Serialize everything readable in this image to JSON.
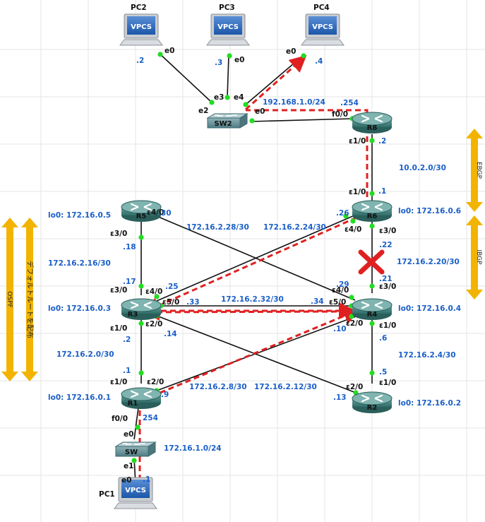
{
  "hosts": {
    "pc1": {
      "name": "PC1",
      "badge": "VPCS"
    },
    "pc2": {
      "name": "PC2",
      "badge": "VPCS"
    },
    "pc3": {
      "name": "PC3",
      "badge": "VPCS"
    },
    "pc4": {
      "name": "PC4",
      "badge": "VPCS"
    }
  },
  "routers": {
    "r1": {
      "name": "R1"
    },
    "r2": {
      "name": "R2"
    },
    "r3": {
      "name": "R3"
    },
    "r4": {
      "name": "R4"
    },
    "r5": {
      "name": "R5"
    },
    "r6": {
      "name": "R6"
    },
    "r8": {
      "name": "R8"
    }
  },
  "switches": {
    "sw2": {
      "name": "SW2"
    },
    "sw": {
      "name": "SW"
    }
  },
  "loopbacks": {
    "r1": "lo0: 172.16.0.1",
    "r2": "lo0: 172.16.0.2",
    "r3": "lo0: 172.16.0.3",
    "r4": "lo0: 172.16.0.4",
    "r5": "lo0: 172.16.0.5",
    "r6": "lo0: 172.16.0.6"
  },
  "subnets": {
    "lan_top": "192.168.1.0/24",
    "ebgp": "10.0.2.0/30",
    "r5_r4": "172.16.2.28/30",
    "r6_r3": "172.16.2.24/30",
    "r5_r3": "172.16.2.16/30",
    "r6_r4": "172.16.2.20/30",
    "r3_r4": "172.16.2.32/30",
    "r3_r1": "172.16.2.0/30",
    "r4_r2": "172.16.2.4/30",
    "r1_r4": "172.16.2.8/30",
    "r3_r2": "172.16.2.12/30",
    "lan_bottom": "172.16.1.0/24"
  },
  "ip_suffixes": {
    "pc2": ".2",
    "pc3": ".3",
    "pc4": ".4",
    "r8_lan": ".254",
    "r8_e": ".2",
    "r6_e": ".1",
    "r5_e40": ".30",
    "r5_e30": ".18",
    "r6_e40": ".26",
    "r6_e30": ".22",
    "r3_e30": ".17",
    "r3_e40": ".25",
    "r3_e50": ".33",
    "r3_e20": ".14",
    "r3_e10": ".2",
    "r4_e40": ".29",
    "r4_e50": ".34",
    "r4_e30": ".21",
    "r4_e20": ".10",
    "r4_e10": ".6",
    "r1_e10": ".1",
    "r1_e20": ".9",
    "r1_f00": "254",
    "r2_e10": ".5",
    "r2_e20": ".13",
    "pc1": ".1"
  },
  "interfaces": {
    "pc2_e0": "e0",
    "pc3_e0": "e0",
    "pc4_e0": "e0",
    "sw2_e2": "e2",
    "sw2_e3": "e3",
    "sw2_e4": "e4",
    "sw2_e0": "e0",
    "r8_f00": "f0/0",
    "r8_e10": "ε1/0",
    "r6_e10": "ε1/0",
    "r5_e30": "ε3/0",
    "r5_e40": "ε4/0",
    "r6_e40": "ε4/0",
    "r6_e30": "ε3/0",
    "r3_e30": "ε3/0",
    "r3_e40": "ε4/0",
    "r3_e50": "ε5/0",
    "r3_e10": "ε1/0",
    "r3_e20": "ε2/0",
    "r4_e40": "ε4/0",
    "r4_e50": "ε5/0",
    "r4_e30": "ε3/0",
    "r4_e20": "ε2/0",
    "r4_e10": "ε1/0",
    "r1_e10": "ε1/0",
    "r1_e20": "ε2/0",
    "r1_f00": "f0/0",
    "r2_e20": "ε2/0",
    "r2_e10": "ε1/0",
    "sw_e0": "e0",
    "sw_e1": "e1",
    "pc1_e0": "e0"
  },
  "protocols": {
    "ebgp": "EBGP",
    "ibgp": "IBGP",
    "ospf": "OSPF",
    "default_route": "デフォルトルートを配布"
  },
  "colors": {
    "link": "#111111",
    "path": "#e02020",
    "port": "#22dd22",
    "router": "#3a7f7a",
    "label_blue": "#1a5fc8",
    "arrow": "#f2b400",
    "grid": "#e6e6e6"
  }
}
